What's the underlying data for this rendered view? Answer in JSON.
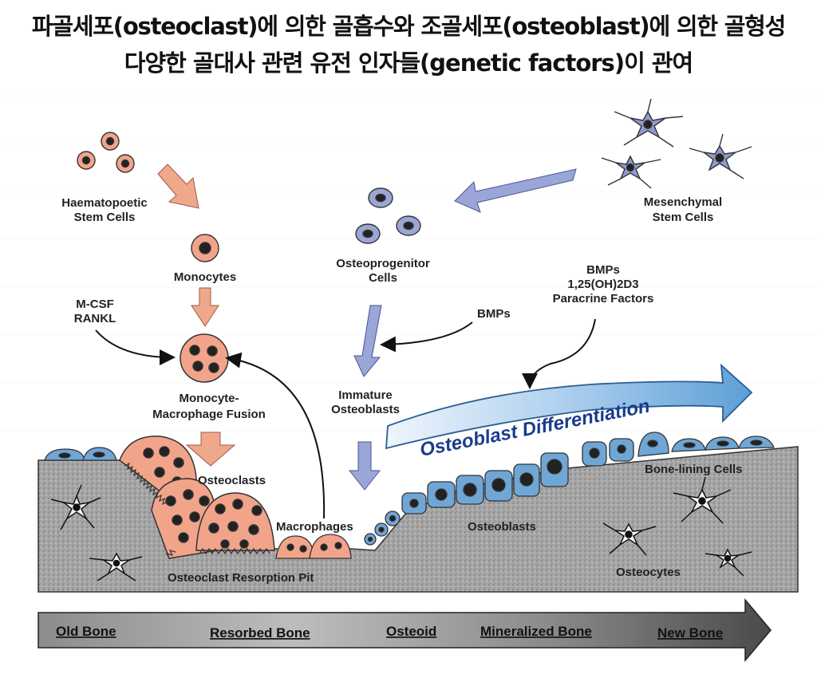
{
  "title_line1": "파골세포(osteoclast)에 의한 골흡수와 조골세포(osteoblast)에 의한 골형성",
  "title_line2": "다양한 골대사 관련 유전 인자들(genetic factors)이 관여",
  "labels": {
    "hsc": [
      "Haematopoetic",
      "Stem Cells"
    ],
    "monocytes": "Monocytes",
    "mcsf": [
      "M-CSF",
      "RANKL"
    ],
    "fusion": [
      "Monocyte-",
      "Macrophage Fusion"
    ],
    "osteoclasts": "Osteoclasts",
    "macrophages": "Macrophages",
    "pit": "Osteoclast Resorption Pit",
    "progenitor": [
      "Osteoprogenitor",
      "Cells"
    ],
    "bmps": "BMPs",
    "bmps2": [
      "BMPs",
      "1,25(OH)2D3",
      "Paracrine Factors"
    ],
    "msc": [
      "Mesenchymal",
      "Stem Cells"
    ],
    "immature": [
      "Immature",
      "Osteoblasts"
    ],
    "differentiation": "Osteoblast Differentiation",
    "osteoblasts": "Osteoblasts",
    "lining": "Bone-lining Cells",
    "osteocytes": "Osteocytes"
  },
  "timeline": [
    "Old Bone",
    "Resorbed Bone",
    "Osteoid",
    "Mineralized Bone",
    "New Bone"
  ],
  "colors": {
    "clast_fill": "#f2a48a",
    "blast_fill": "#6fa6d6",
    "progenitor_fill": "#9aa6d6",
    "arrow_salmon": "#f0a88c",
    "arrow_lavender": "#9aa6d8",
    "bone": "#a3a3a3"
  }
}
